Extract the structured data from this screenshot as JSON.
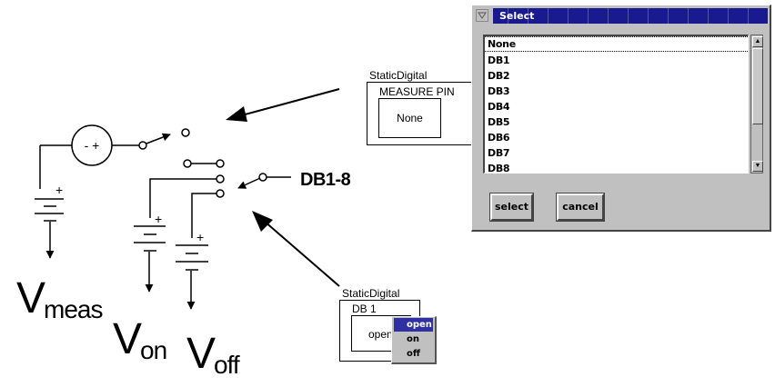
{
  "diagram": {
    "source_sign": "- +",
    "battery_sign": "+",
    "label_db": "DB1-8",
    "vmeas": {
      "main": "V",
      "sub": "meas"
    },
    "von": {
      "main": "V",
      "sub": "on"
    },
    "voff": {
      "main": "V",
      "sub": "off"
    }
  },
  "measure_widget": {
    "caption": "StaticDigital",
    "title": "MEASURE PIN",
    "value": "None"
  },
  "db_widget": {
    "caption": "StaticDigital",
    "title": "DB 1",
    "value": "open",
    "menu": [
      "open",
      "on",
      "off"
    ],
    "menu_selected": "open"
  },
  "select_dialog": {
    "title": "Select",
    "items": [
      "None",
      "DB1",
      "DB2",
      "DB3",
      "DB4",
      "DB5",
      "DB6",
      "DB7",
      "DB8"
    ],
    "select_label": "select",
    "cancel_label": "cancel"
  }
}
